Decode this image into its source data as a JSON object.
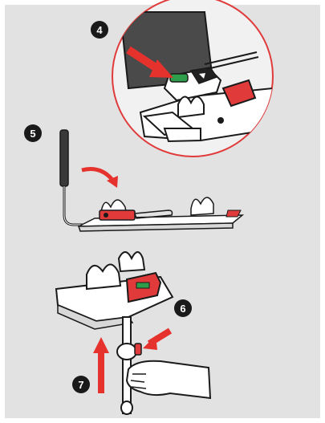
{
  "steps": [
    {
      "number": "4"
    },
    {
      "number": "5"
    },
    {
      "number": "6"
    },
    {
      "number": "7"
    }
  ],
  "colors": {
    "background": "#e2e2e2",
    "accent_red": "#e03a3a",
    "arrow_red": "#e5322d",
    "green_indicator": "#2f9e4a",
    "outline": "#1a1a1a",
    "badge": "#1a1a1a"
  },
  "icons": [
    "arrow-icon",
    "curved-arrow-icon",
    "hand-icon"
  ]
}
